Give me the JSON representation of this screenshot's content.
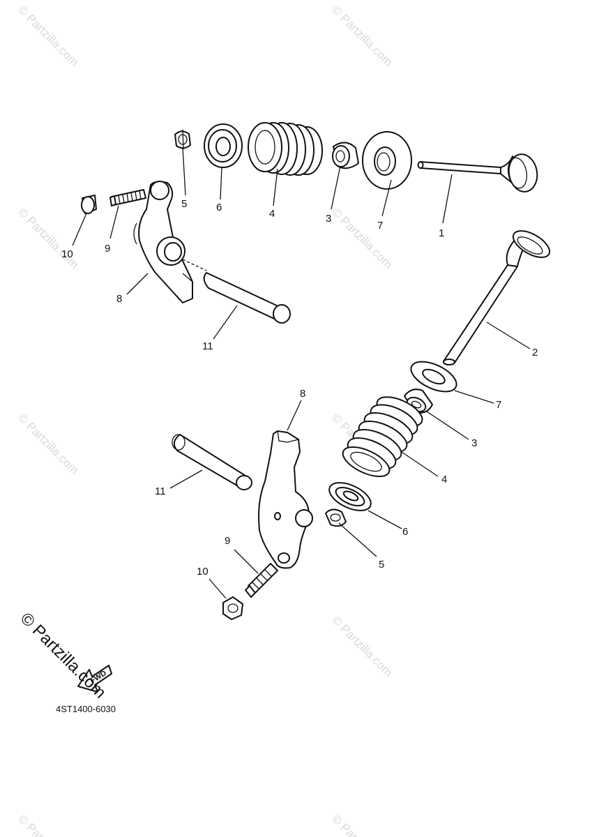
{
  "diagram": {
    "code": "4ST1400-6030",
    "fwd_label": "FWD",
    "watermark": "© Partzilla.com",
    "callouts": {
      "top_valve": "1",
      "top_spring_seat": "7",
      "top_seal": "3",
      "top_spring": "4",
      "top_retainer": "6",
      "top_cotter": "5",
      "top_screw": "9",
      "top_nut": "10",
      "top_arm": "8",
      "top_shaft": "11",
      "bottom_valve": "2",
      "bottom_spring_seat": "7",
      "bottom_seal": "3",
      "bottom_spring": "4",
      "bottom_retainer": "6",
      "bottom_cotter": "5",
      "bottom_arm": "8",
      "bottom_shaft": "11",
      "bottom_screw": "9",
      "bottom_nut": "10"
    }
  }
}
